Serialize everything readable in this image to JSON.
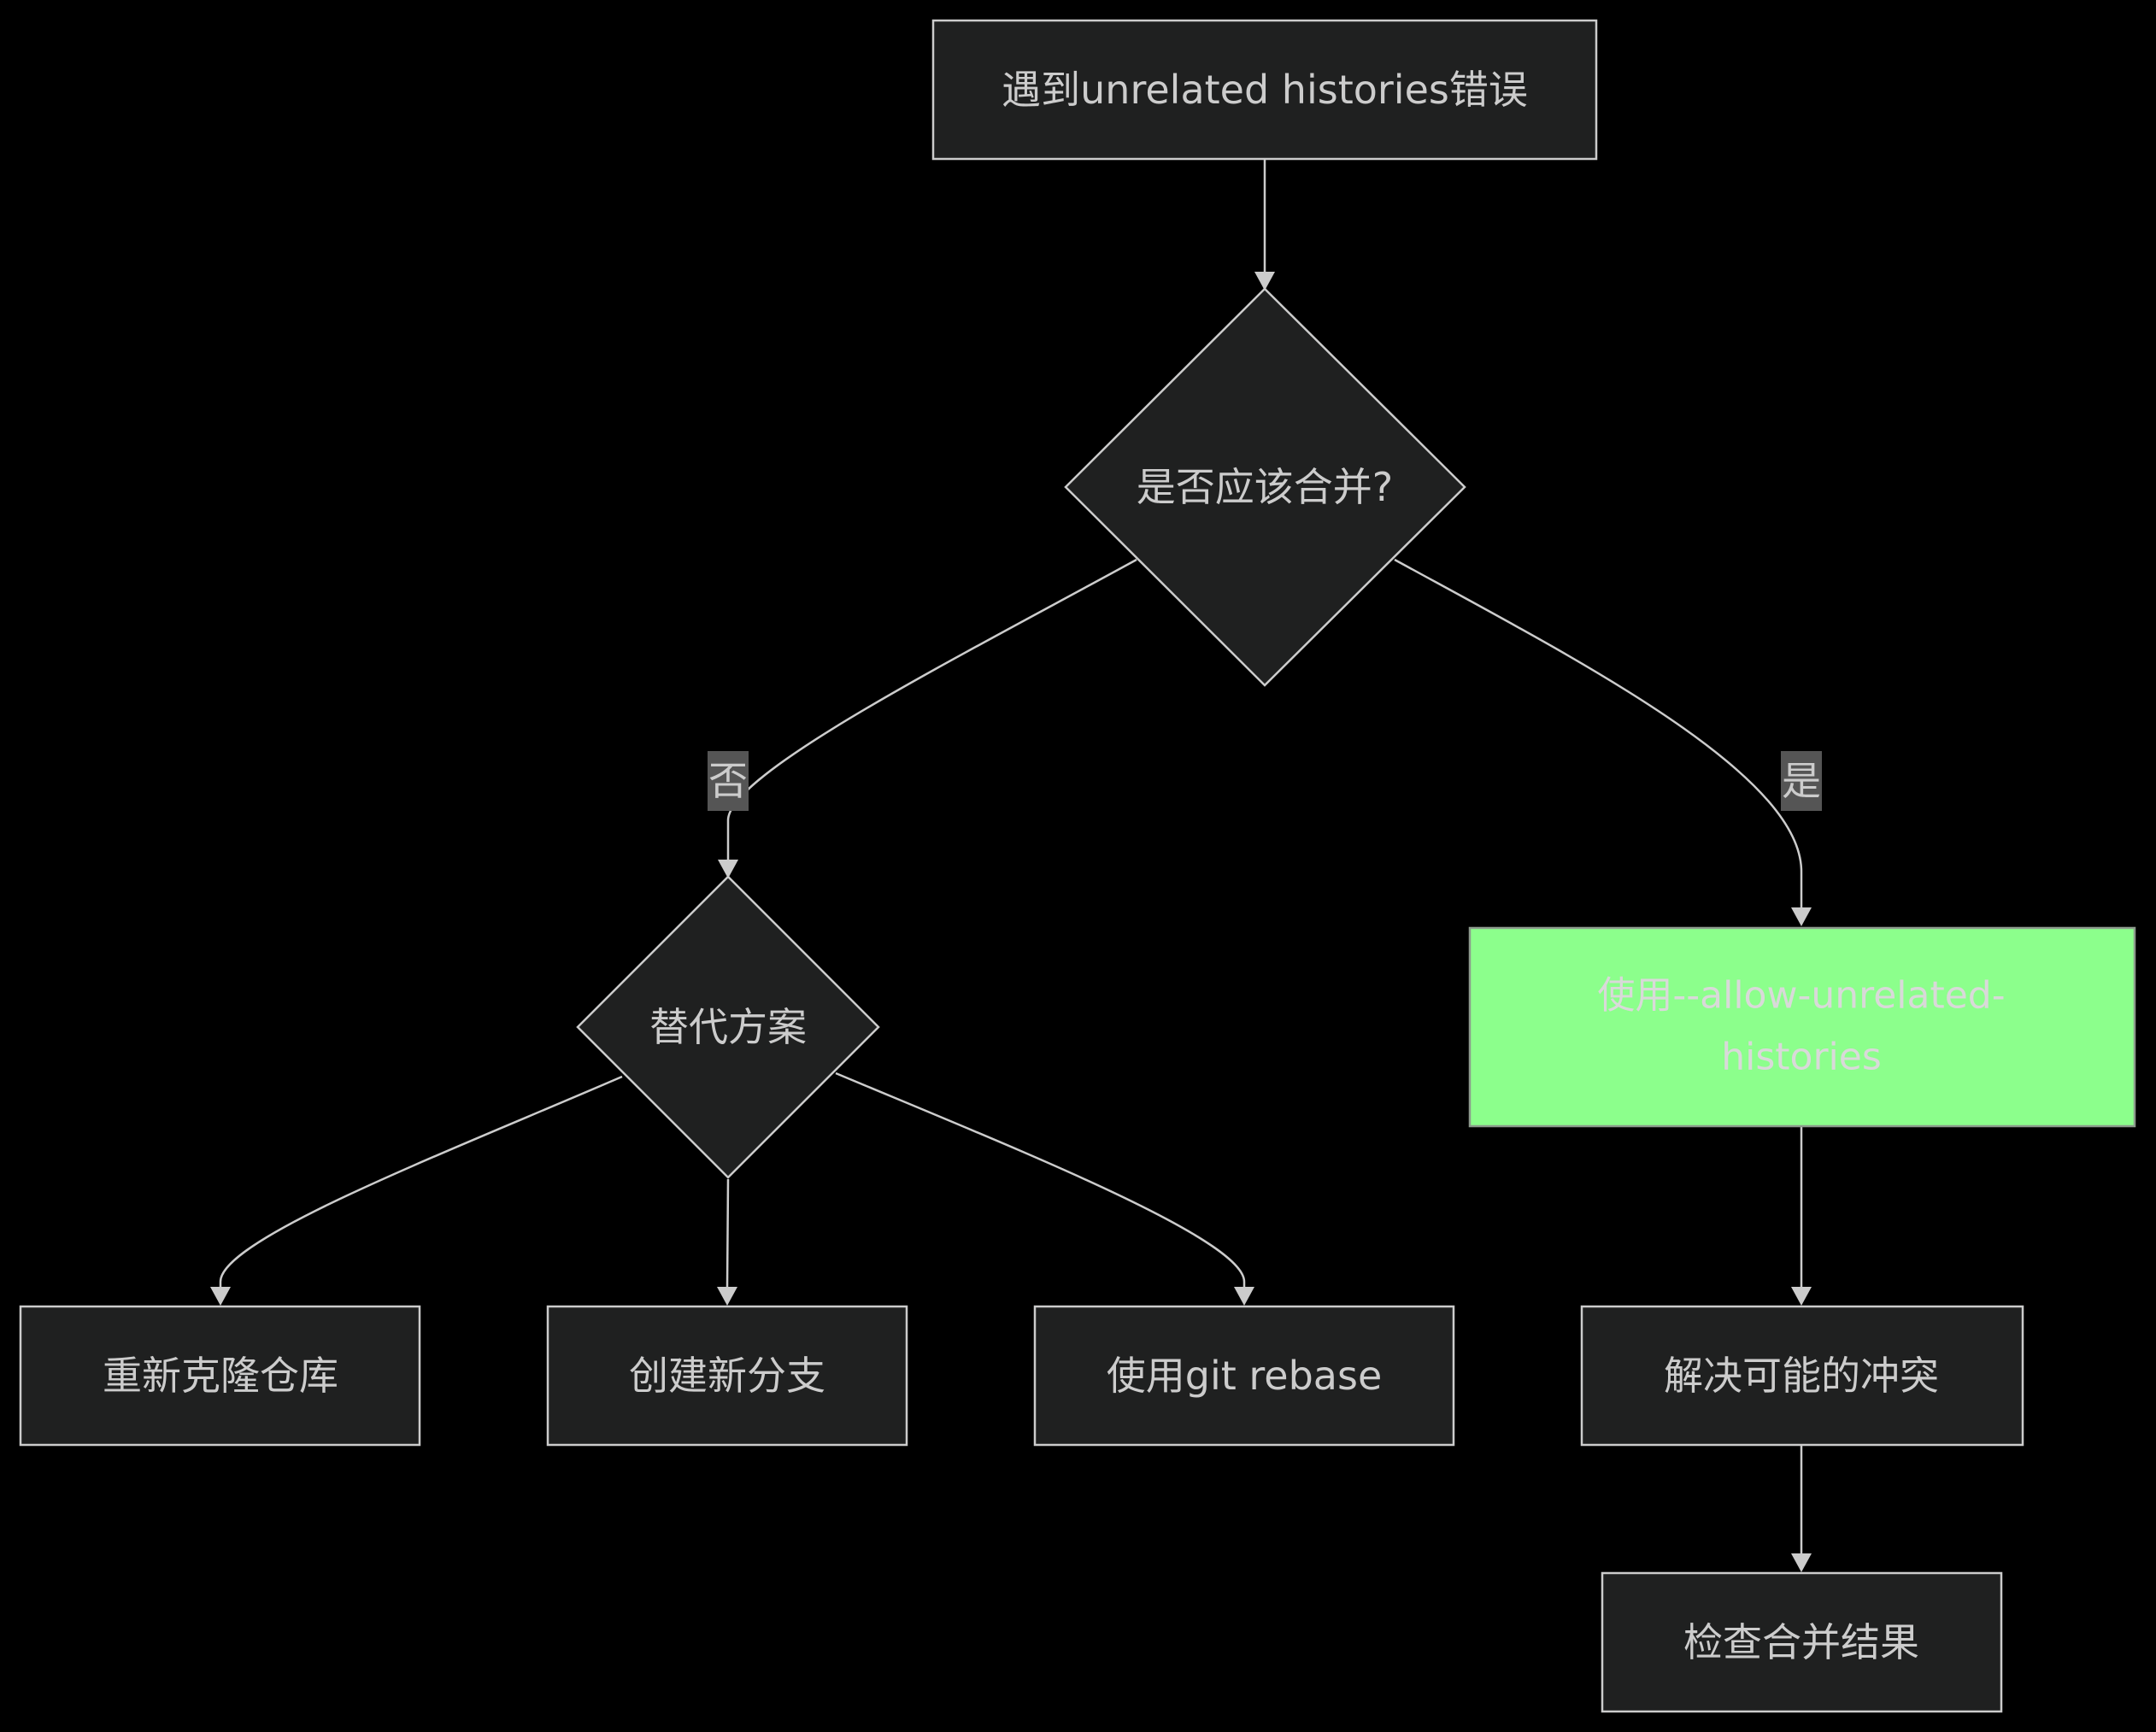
{
  "diagram": {
    "type": "flowchart",
    "colors": {
      "background": "#000000",
      "node_fill": "#1f2020",
      "node_stroke": "#cccccc",
      "text": "#cccccc",
      "highlight_fill": "#8cff8c",
      "edge_label_bg": "#555555"
    },
    "nodes": {
      "start": {
        "label": "遇到unrelated histories错误"
      },
      "decision": {
        "label": "是否应该合并?"
      },
      "alternatives": {
        "label": "替代方案"
      },
      "allow": {
        "label_line1": "使用--allow-unrelated-",
        "label_line2": "histories"
      },
      "reclone": {
        "label": "重新克隆仓库"
      },
      "newbranch": {
        "label": "创建新分支"
      },
      "rebase": {
        "label": "使用git rebase"
      },
      "resolve": {
        "label": "解决可能的冲突"
      },
      "check": {
        "label": "检查合并结果"
      }
    },
    "edges": [
      {
        "from": "start",
        "to": "decision",
        "label": ""
      },
      {
        "from": "decision",
        "to": "alternatives",
        "label": "否"
      },
      {
        "from": "decision",
        "to": "allow",
        "label": "是"
      },
      {
        "from": "alternatives",
        "to": "reclone",
        "label": ""
      },
      {
        "from": "alternatives",
        "to": "newbranch",
        "label": ""
      },
      {
        "from": "alternatives",
        "to": "rebase",
        "label": ""
      },
      {
        "from": "allow",
        "to": "resolve",
        "label": ""
      },
      {
        "from": "resolve",
        "to": "check",
        "label": ""
      }
    ],
    "edge_labels": {
      "no": "否",
      "yes": "是"
    }
  }
}
